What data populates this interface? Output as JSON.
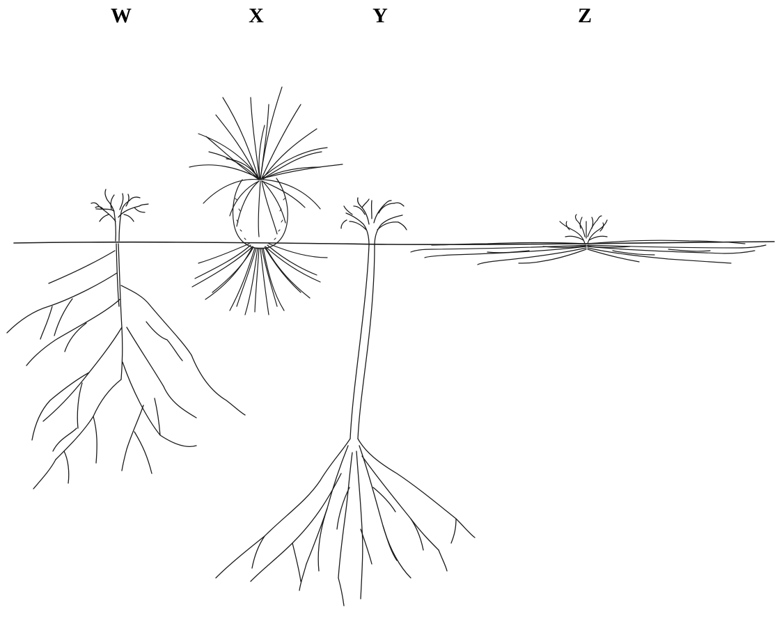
{
  "labels": {
    "w": "W",
    "x": "X",
    "y": "Y",
    "z": "Z"
  },
  "colors": {
    "ink": "#1a1a1a",
    "background": "#ffffff"
  }
}
